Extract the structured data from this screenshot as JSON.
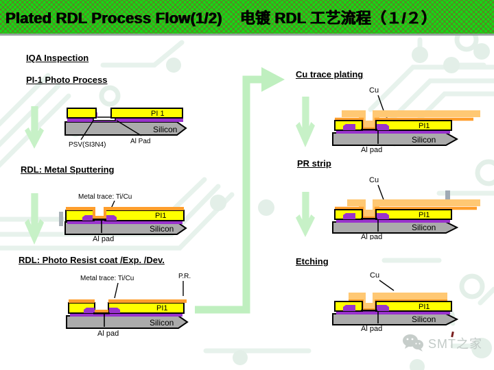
{
  "header": {
    "title_en": "Plated RDL Process Flow(1/2)",
    "title_zh": "电镀 RDL 工艺流程（１/２）"
  },
  "headings": {
    "iqa": "IQA Inspection",
    "pi1_photo": "PI-1 Photo Process",
    "metal_sputtering": "RDL: Metal Sputtering",
    "pr_coat": "RDL: Photo Resist coat /Exp. /Dev.",
    "cu_plating": "Cu trace plating",
    "pr_strip": "PR strip",
    "etching": "Etching"
  },
  "labels": {
    "pi1_spaced": "PI 1",
    "pi1": "PI1",
    "silicon": "Silicon",
    "psv": "PSV(SI3N4)",
    "al_pad_title": "Al Pad",
    "al_pad": "Al pad",
    "metal_trace": "Metal trace: Ti/Cu",
    "pr": "P.R.",
    "cu": "Cu"
  },
  "watermark": {
    "text": "SMT之家"
  },
  "colors": {
    "header_green": "#16D816",
    "hatch_red": "#A03030",
    "flow_arrow_green": "#C7F1C7",
    "connector_green": "#BFEFBF",
    "pi_yellow": "#FFFF00",
    "psv_purple": "#9933CC",
    "silicon_gray": "#ABABAB",
    "seed_orange": "#FF9E2C",
    "cu_orange": "#FFC873",
    "al_pad_white": "#FFFFFF",
    "pattern_green": "#E7F2EC",
    "watermark_gray": "#C2CAC7"
  }
}
